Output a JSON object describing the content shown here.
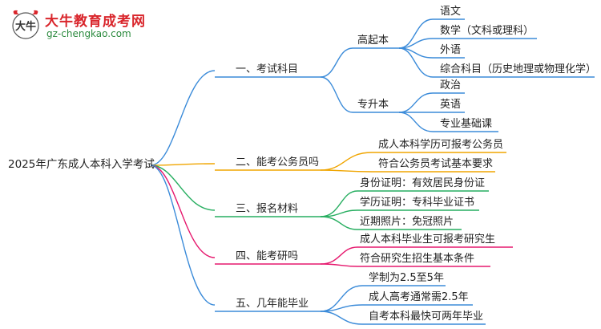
{
  "brand": {
    "title": "大牛教育成考网",
    "url": "gz-chengkao.com",
    "mark_text": "大牛"
  },
  "mindmap": {
    "root": "2025年广东成人本科入学考试",
    "branches": [
      {
        "label": "一、考试科目",
        "color": "#3b8bd9",
        "children": [
          {
            "label": "高起本",
            "children": [
              "语文",
              "数学（文科或理科）",
              "外语",
              "综合科目（历史地理或物理化学）"
            ]
          },
          {
            "label": "专升本",
            "children": [
              "政治",
              "英语",
              "专业基础课"
            ]
          }
        ]
      },
      {
        "label": "二、能考公务员吗",
        "color": "#f0a500",
        "children": [
          "成人本科学历可报考公务员",
          "符合公务员考试基本要求"
        ]
      },
      {
        "label": "三、报名材料",
        "color": "#27ae60",
        "children": [
          "身份证明：有效居民身份证",
          "学历证明：专科毕业证书",
          "近期照片：免冠照片"
        ]
      },
      {
        "label": "四、能考研吗",
        "color": "#e6196e",
        "children": [
          "成人本科毕业生可报考研究生",
          "符合研究生招生基本条件"
        ]
      },
      {
        "label": "五、几年能毕业",
        "color": "#3b8bd9",
        "children": [
          "学制为2.5至5年",
          "成人高考通常需2.5年",
          "自考本科最快可两年毕业"
        ]
      }
    ]
  }
}
